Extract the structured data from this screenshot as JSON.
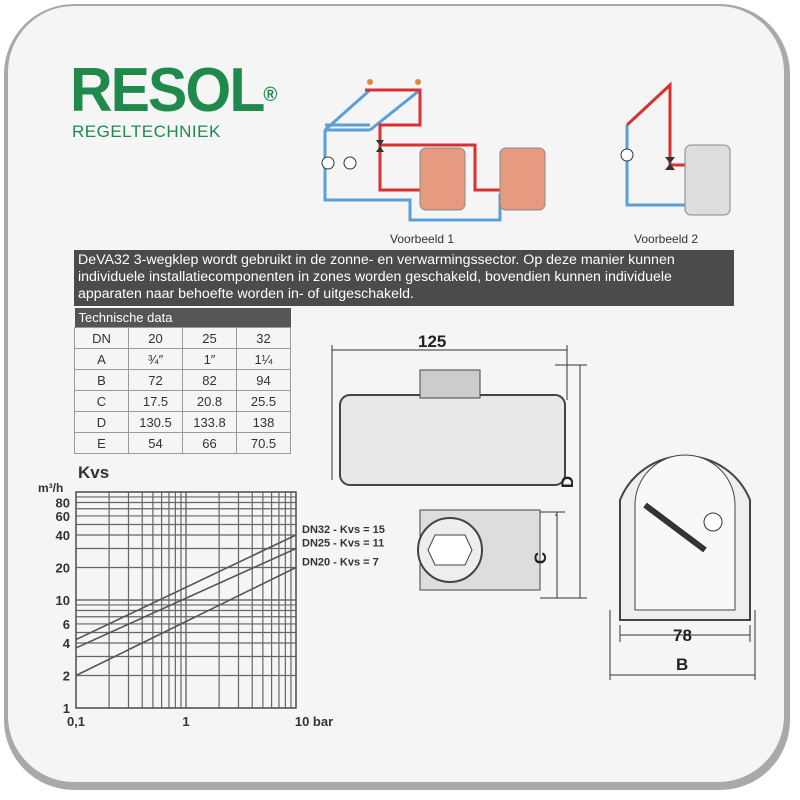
{
  "logo": {
    "brand": "RESOL",
    "registered": "®",
    "subtitle": "REGELTECHNIEK"
  },
  "examples": [
    "Voorbeeld 1",
    "Voorbeeld 2"
  ],
  "description": "DeVA32 3-wegklep wordt gebruikt in de zonne- en verwarmingssector. Op deze manier kunnen individuele installatiecomponenten in zones worden geschakeld, bovendien kunnen individuele apparaten naar behoefte worden in- of uitgeschakeld.",
  "table": {
    "title": "Technische data",
    "rows": [
      [
        "DN",
        "20",
        "25",
        "32"
      ],
      [
        "A",
        "¾″",
        "1″",
        "1¼"
      ],
      [
        "B",
        "72",
        "82",
        "94"
      ],
      [
        "C",
        "17.5",
        "20.8",
        "25.5"
      ],
      [
        "D",
        "130.5",
        "133.8",
        "138"
      ],
      [
        "E",
        "54",
        "66",
        "70.5"
      ]
    ]
  },
  "dimensions": {
    "width_top": "125",
    "height": "D",
    "port": "C",
    "depth_inner": "78",
    "depth_outer": "B"
  },
  "chart_data": {
    "type": "line",
    "title": "Kvs",
    "ylabel": "m³/h",
    "xlabel": "bar",
    "xscale": "log",
    "yscale": "log",
    "xlim": [
      0.1,
      10
    ],
    "ylim": [
      1,
      100
    ],
    "xticks": [
      "0,1",
      "1",
      "10 bar"
    ],
    "yticks": [
      "1",
      "2",
      "4",
      "6",
      "10",
      "20",
      "40",
      "60",
      "80"
    ],
    "series": [
      {
        "name": "DN32 - Kvs = 15",
        "x": [
          0.1,
          10
        ],
        "y": [
          4.3,
          40
        ]
      },
      {
        "name": "DN25 - Kvs = 11",
        "x": [
          0.1,
          10
        ],
        "y": [
          3.6,
          30
        ]
      },
      {
        "name": "DN20 - Kvs = 7",
        "x": [
          0.1,
          10
        ],
        "y": [
          2,
          20
        ]
      }
    ]
  }
}
